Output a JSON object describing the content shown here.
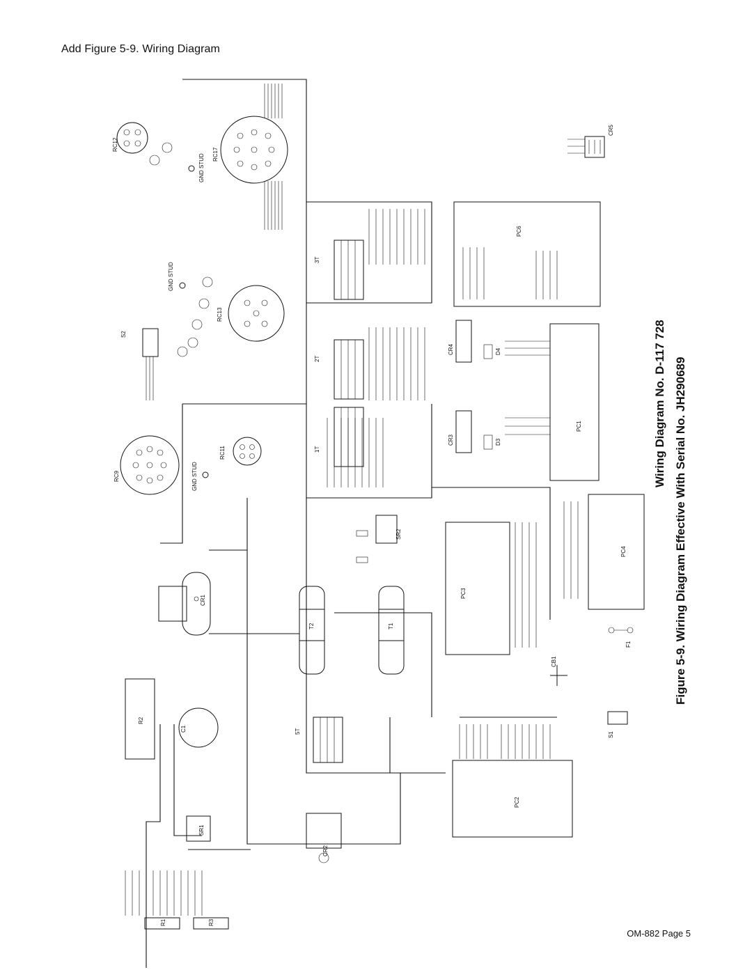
{
  "header": {
    "text": "Add Figure 5-9. Wiring Diagram"
  },
  "titles": {
    "diagram_no": "Wiring Diagram No. D-117 728",
    "figure_caption": "Figure 5-9. Wiring Diagram Effective With Serial No. JH290689"
  },
  "footer": {
    "text": "OM-882 Page 5"
  },
  "components": {
    "rc12": "RC12",
    "rc17": "RC17",
    "rc13": "RC13",
    "rc11": "RC11",
    "rc9": "RC9",
    "gnd_stud": "GND STUD",
    "s2": "S2",
    "cr1": "CR1",
    "t2": "T2",
    "t1": "T1",
    "sr2": "SR2",
    "r2": "R2",
    "c1": "C1",
    "sr1": "SR1",
    "cr2": "CR2",
    "t1_term": "1T",
    "t2_term": "2T",
    "t3_term": "3T",
    "t5_term": "5T",
    "cr3": "CR3",
    "cr4": "CR4",
    "d3": "D3",
    "d4": "D4",
    "pc1": "PC1",
    "pc2": "PC2",
    "pc3": "PC3",
    "pc4": "PC4",
    "pc6": "PC6",
    "cr5": "CR5",
    "cb1": "CB1",
    "f1": "F1",
    "s1": "S1",
    "r1": "R1",
    "r3": "R3"
  }
}
